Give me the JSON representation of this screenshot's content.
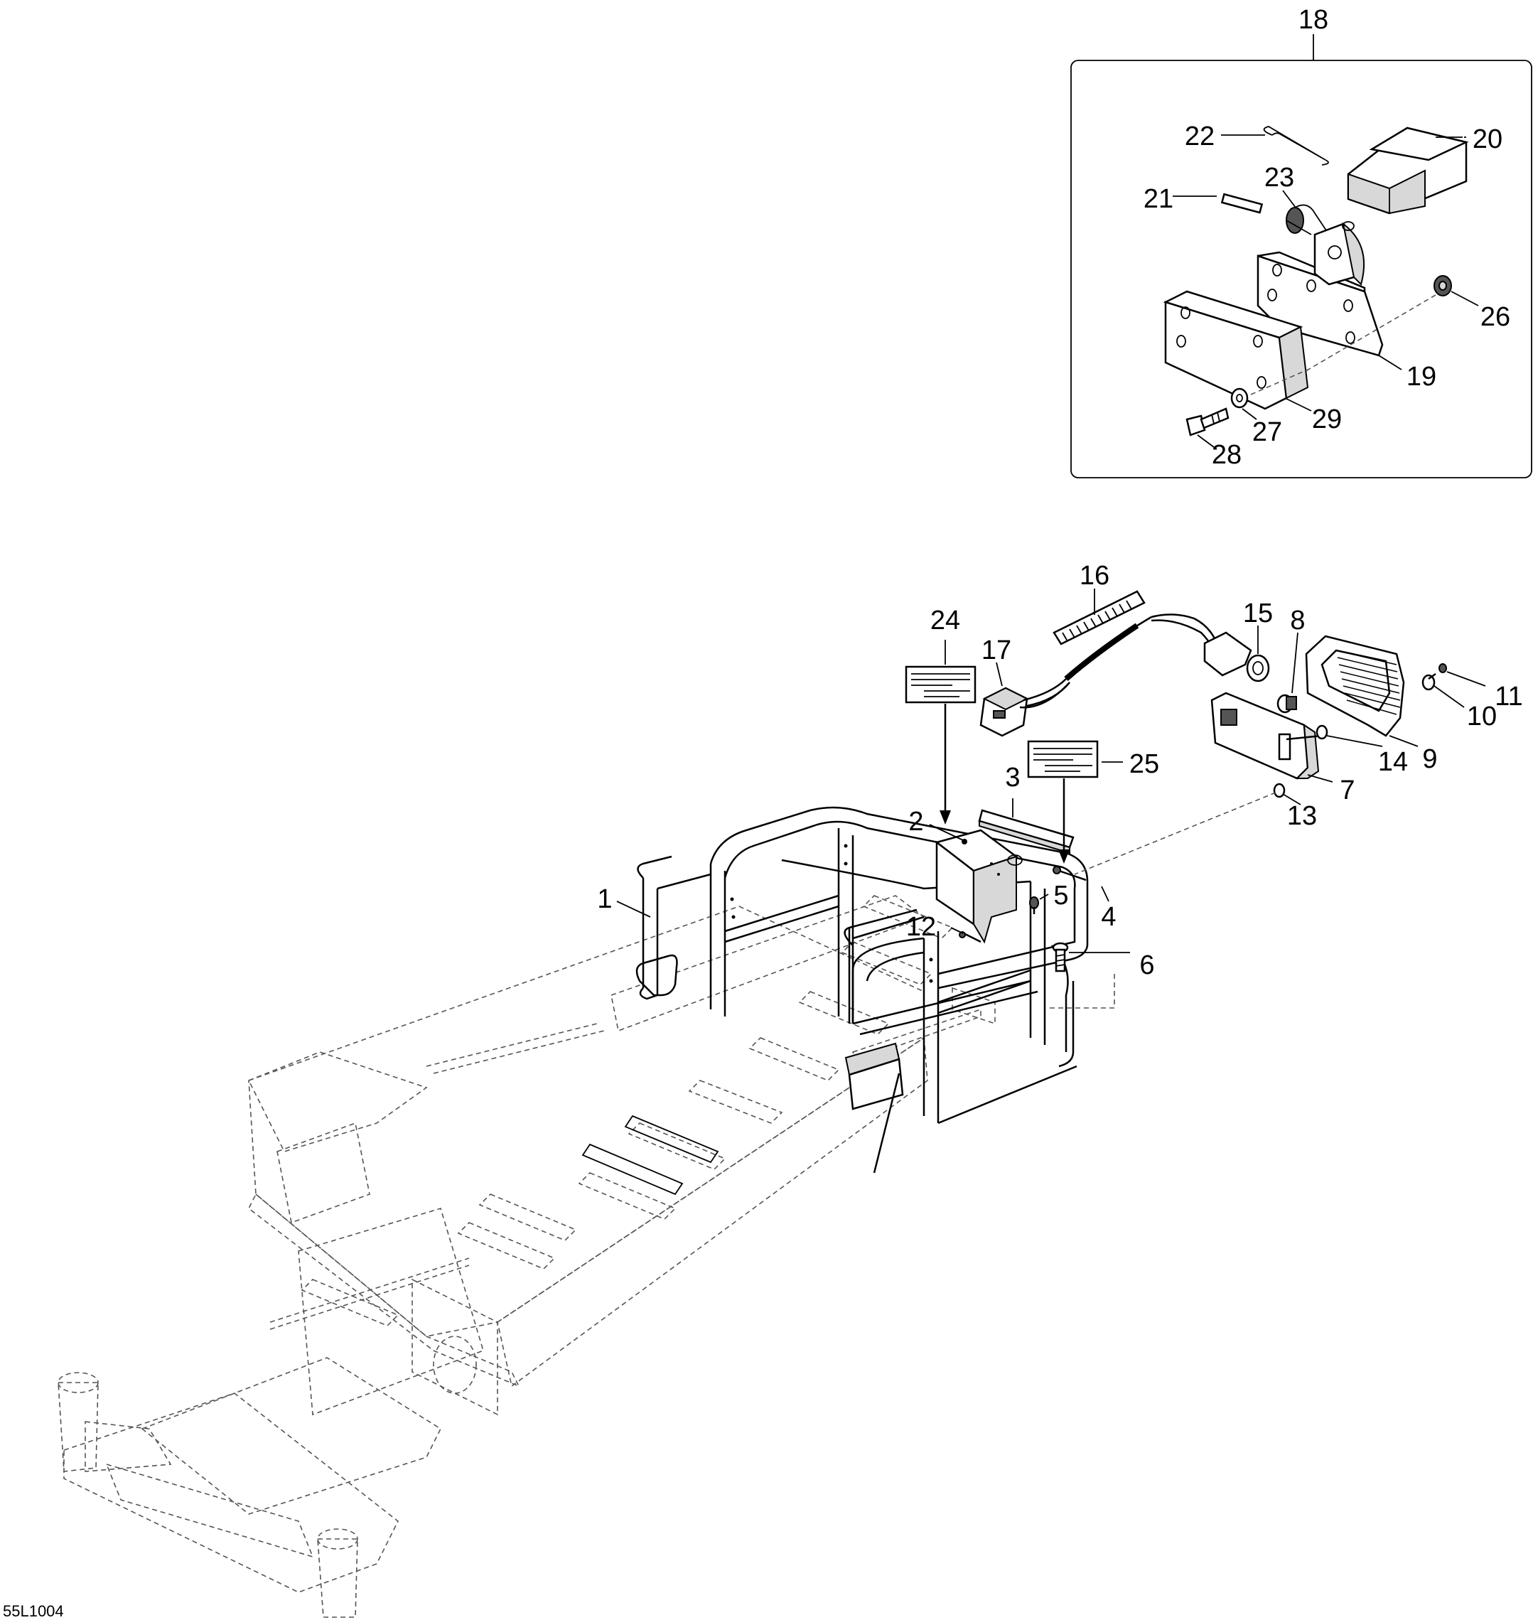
{
  "diagram_code": "55L1004",
  "inset_label": "18",
  "callouts": {
    "c1": "1",
    "c2": "2",
    "c3": "3",
    "c4": "4",
    "c5": "5",
    "c6": "6",
    "c7": "7",
    "c8": "8",
    "c9": "9",
    "c10": "10",
    "c11": "11",
    "c12": "12",
    "c13": "13",
    "c14": "14",
    "c15": "15",
    "c16": "16",
    "c17": "17",
    "c19": "19",
    "c20": "20",
    "c21": "21",
    "c22": "22",
    "c23": "23",
    "c24": "24",
    "c25": "25",
    "c26": "26",
    "c27": "27",
    "c28": "28",
    "c29": "29"
  }
}
